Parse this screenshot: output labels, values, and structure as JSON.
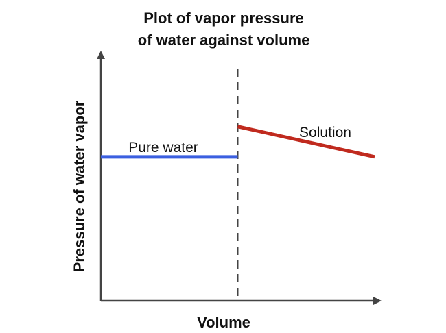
{
  "chart_data": {
    "type": "line",
    "title_lines": [
      "Plot of vapor pressure",
      "of water against volume"
    ],
    "xlabel": "Volume",
    "ylabel": "Pressure of water vapor",
    "xlim": [
      0,
      10
    ],
    "ylim": [
      0,
      10
    ],
    "grid": false,
    "divider": {
      "x": 5.0,
      "style": "dashed"
    },
    "series": [
      {
        "name": "Pure water",
        "color": "#3b5fe0",
        "x": [
          0,
          5.0
        ],
        "y": [
          6.2,
          6.2
        ]
      },
      {
        "name": "Solution",
        "color": "#c02a1e",
        "x": [
          5.0,
          10.0
        ],
        "y": [
          7.5,
          6.2
        ]
      }
    ]
  }
}
